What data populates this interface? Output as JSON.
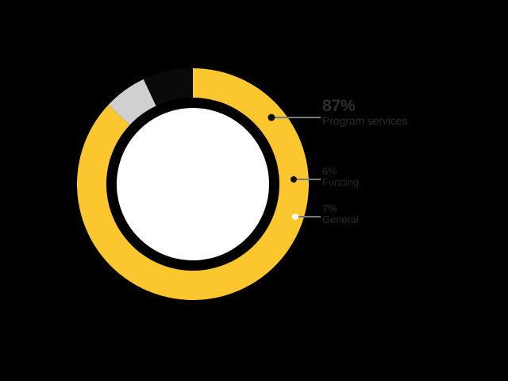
{
  "chart_data": {
    "type": "pie",
    "variant": "donut",
    "title": "",
    "subtitle": "",
    "xlabel": "",
    "ylabel": "",
    "legend_position": "callout-labels-right",
    "grid": false,
    "units": "percent",
    "total": 100,
    "start_angle_deg": 0,
    "direction": "clockwise",
    "categories": [
      "Program services",
      "Funding",
      "General"
    ],
    "values": [
      87,
      6,
      7
    ],
    "value_labels": [
      "87%",
      "6%",
      "7%"
    ],
    "colors": [
      "#fcc72e",
      "#d0d0d0",
      "#0a0a0a"
    ],
    "slices": [
      {
        "label": "Program services",
        "value": 87,
        "value_label": "87%",
        "color": "#fcc72e",
        "marker_color": "#111111"
      },
      {
        "label": "Funding",
        "value": 6,
        "value_label": "6%",
        "color": "#d0d0d0",
        "marker_color": "#111111"
      },
      {
        "label": "General",
        "value": 7,
        "value_label": "7%",
        "color": "#0a0a0a",
        "marker_color": "#ffffff"
      }
    ]
  },
  "figure": {
    "background_color": "#000000",
    "hole_color": "#ffffff",
    "leader_line_color": "#7a7a7a"
  },
  "callouts": [
    {
      "percent": "87%",
      "name": "Program services"
    },
    {
      "percent": "6%",
      "name": "Funding"
    },
    {
      "percent": "7%",
      "name": "General"
    }
  ]
}
